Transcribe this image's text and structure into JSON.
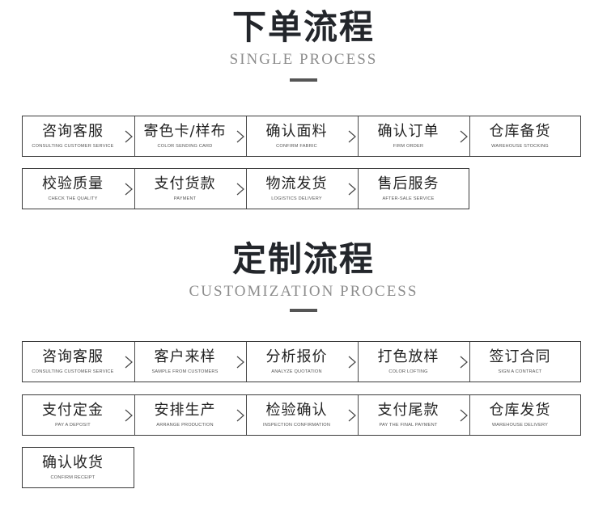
{
  "sections": [
    {
      "title_cn": "下单流程",
      "title_en": "SINGLE PROCESS",
      "rows": [
        [
          {
            "cn": "咨询客服",
            "en": "CONSULTING CUSTOMER SERVICE"
          },
          {
            "cn": "寄色卡/样布",
            "en": "COLOR SENDING CARD"
          },
          {
            "cn": "确认面料",
            "en": "CONFIRM FABRIC"
          },
          {
            "cn": "确认订单",
            "en": "FIRM ORDER"
          },
          {
            "cn": "仓库备货",
            "en": "WAREHOUSE STOCKING"
          }
        ],
        [
          {
            "cn": "校验质量",
            "en": "CHECK THE QUALITY"
          },
          {
            "cn": "支付货款",
            "en": "PAYMENT"
          },
          {
            "cn": "物流发货",
            "en": "LOGISTICS DELIVERY"
          },
          {
            "cn": "售后服务",
            "en": "AFTER-SALE SERVICE"
          }
        ]
      ]
    },
    {
      "title_cn": "定制流程",
      "title_en": "CUSTOMIZATION PROCESS",
      "rows": [
        [
          {
            "cn": "咨询客服",
            "en": "CONSULTING CUSTOMER SERVICE"
          },
          {
            "cn": "客户来样",
            "en": "SAMPLE FROM CUSTOMERS"
          },
          {
            "cn": "分析报价",
            "en": "ANALYZE QUOTATION"
          },
          {
            "cn": "打色放样",
            "en": "COLOR LOFTING"
          },
          {
            "cn": "签订合同",
            "en": "SIGN A CONTRACT"
          }
        ],
        [
          {
            "cn": "支付定金",
            "en": "PAY A DEPOSIT"
          },
          {
            "cn": "安排生产",
            "en": "ARRANGE PRODUCTION"
          },
          {
            "cn": "检验确认",
            "en": "INSPECTION CONFIRMATION"
          },
          {
            "cn": "支付尾款",
            "en": "PAY THE FINAL PAYMENT"
          },
          {
            "cn": "仓库发货",
            "en": "WAREHOUSE DELIVERY"
          }
        ],
        [
          {
            "cn": "确认收货",
            "en": "CONFIRM RECEIPT"
          }
        ]
      ]
    }
  ]
}
